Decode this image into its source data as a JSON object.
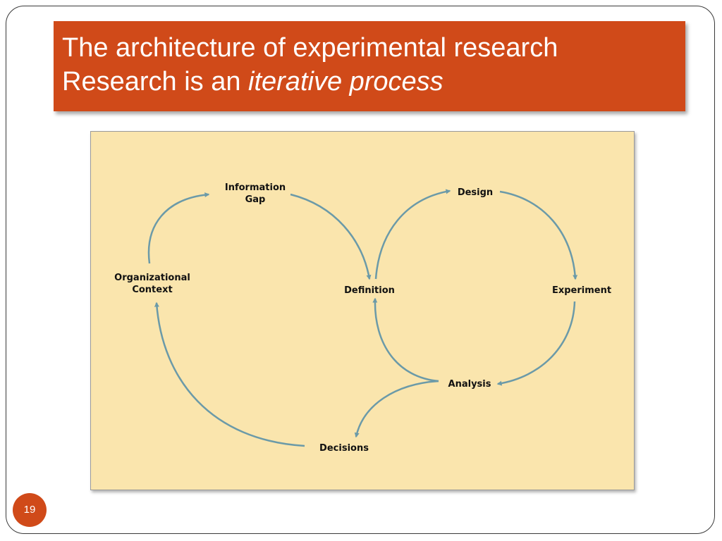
{
  "slide": {
    "title_line1": "The architecture of experimental research",
    "title_line2_prefix": "Research is an ",
    "title_line2_emphasis": "iterative process",
    "page_number": "19"
  },
  "diagram": {
    "nodes": {
      "information_gap": "Information\nGap",
      "design": "Design",
      "organizational_context": "Organizational\nContext",
      "definition": "Definition",
      "experiment": "Experiment",
      "analysis": "Analysis",
      "decisions": "Decisions"
    },
    "arrow_color": "#6b9aa8",
    "accent_color": "#d04a19",
    "panel_color": "#fae5ad"
  }
}
